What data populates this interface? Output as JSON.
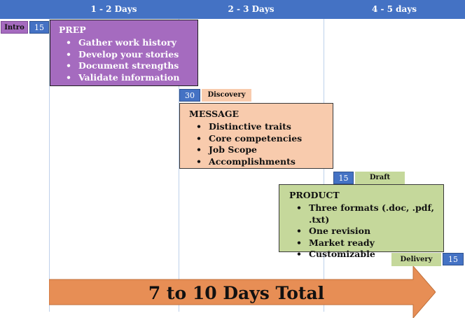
{
  "header": {
    "columns": [
      "1 - 2 Days",
      "2 - 3 Days",
      "4 - 5 days"
    ]
  },
  "intro": {
    "label": "Intro",
    "minutes": "15"
  },
  "prep": {
    "title": "PREP",
    "items": [
      "Gather work history",
      "Develop your stories",
      "Document strengths",
      "Validate information"
    ]
  },
  "discovery": {
    "label": "Discovery",
    "minutes": "30"
  },
  "message": {
    "title": "MESSAGE",
    "items": [
      "Distinctive traits",
      "Core competencies",
      "Job Scope",
      "Accomplishments"
    ]
  },
  "draft": {
    "label": "Draft",
    "minutes": "15"
  },
  "product": {
    "title": "PRODUCT",
    "items": [
      "Three formats (.doc, .pdf, .txt)",
      "One revision",
      "Market ready",
      "Customizable"
    ]
  },
  "delivery": {
    "label": "Delivery",
    "minutes": "15"
  },
  "total": {
    "label": "7 to 10 Days Total"
  },
  "bullet_glyph": "•",
  "colors": {
    "header": "#4472c4",
    "prep": "#a56bbf",
    "message": "#f8cbad",
    "product": "#c5d89b",
    "arrow": "#e78e55"
  }
}
